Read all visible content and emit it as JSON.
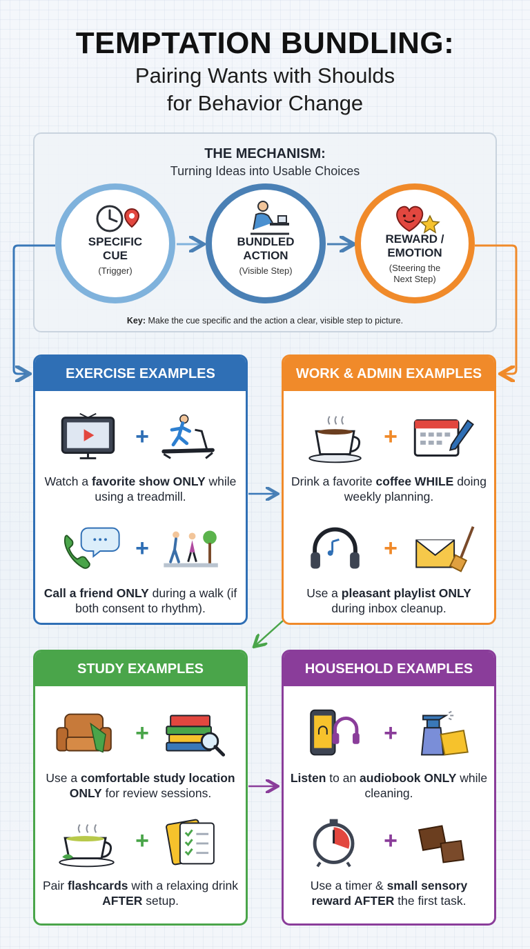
{
  "header": {
    "title": "TEMPTATION BUNDLING:",
    "subtitle_line1": "Pairing Wants with Shoulds",
    "subtitle_line2": "for Behavior Change"
  },
  "mechanism": {
    "title": "THE MECHANISM:",
    "subtitle": "Turning Ideas into Usable Choices",
    "key_label": "Key:",
    "key_text": " Make the cue specific and the action a clear, visible step to picture.",
    "steps": [
      {
        "label_line1": "SPECIFIC",
        "label_line2": "CUE",
        "sub_line1": "(Trigger)",
        "sub_line2": "",
        "color": "#7fb2dc",
        "icon": "clock-location-icon"
      },
      {
        "label_line1": "BUNDLED",
        "label_line2": "ACTION",
        "sub_line1": "(Visible Step)",
        "sub_line2": "",
        "color": "#4a80b5",
        "icon": "person-at-desk-icon"
      },
      {
        "label_line1": "REWARD /",
        "label_line2": "EMOTION",
        "sub_line1": "(Steering the",
        "sub_line2": "Next Step)",
        "color": "#f08a2a",
        "icon": "heart-star-icon"
      }
    ]
  },
  "cards": {
    "exercise": {
      "title": "EXERCISE EXAMPLES",
      "color": "#2f6fb5",
      "ex1": {
        "a": "Watch a ",
        "b": "favorite show ONLY",
        "c": " while using a treadmill.",
        "icons": [
          "tv-icon",
          "treadmill-icon"
        ]
      },
      "ex2": {
        "a": "",
        "b": "Call a friend ONLY",
        "c": " during a walk (if both consent to rhythm).",
        "icons": [
          "phone-chat-icon",
          "walking-people-icon"
        ]
      }
    },
    "work": {
      "title": "WORK & ADMIN EXAMPLES",
      "color": "#f08a2a",
      "ex1": {
        "a": "Drink a favorite ",
        "b": "coffee WHILE",
        "c": " doing weekly planning.",
        "icons": [
          "coffee-cup-icon",
          "calendar-pen-icon"
        ]
      },
      "ex2": {
        "a": "Use a ",
        "b": "pleasant playlist ONLY",
        "c": " during inbox cleanup.",
        "icons": [
          "headphones-icon",
          "envelope-broom-icon"
        ]
      }
    },
    "study": {
      "title": "STUDY EXAMPLES",
      "color": "#4aa54a",
      "ex1": {
        "a": "Use a ",
        "b": "comfortable study location ONLY",
        "c": " for review sessions.",
        "icons": [
          "armchair-icon",
          "books-magnifier-icon"
        ]
      },
      "ex2": {
        "a": "Pair ",
        "b": "flashcards",
        "c": " with a relaxing drink ",
        "d": "AFTER",
        "e": " setup.",
        "icons": [
          "tea-cup-icon",
          "flashcards-icon"
        ]
      }
    },
    "household": {
      "title": "HOUSEHOLD EXAMPLES",
      "color": "#8a3d9a",
      "ex1": {
        "a": "",
        "b": "Listen",
        "c": " to an ",
        "d": "audiobook ONLY",
        "e": " while cleaning.",
        "icons": [
          "phone-headphones-icon",
          "spray-bottle-icon"
        ]
      },
      "ex2": {
        "a": "Use a timer & ",
        "b": "small sensory reward AFTER",
        "c": " the first task.",
        "icons": [
          "timer-icon",
          "chocolate-icon"
        ]
      }
    }
  },
  "plus_sign": "+"
}
